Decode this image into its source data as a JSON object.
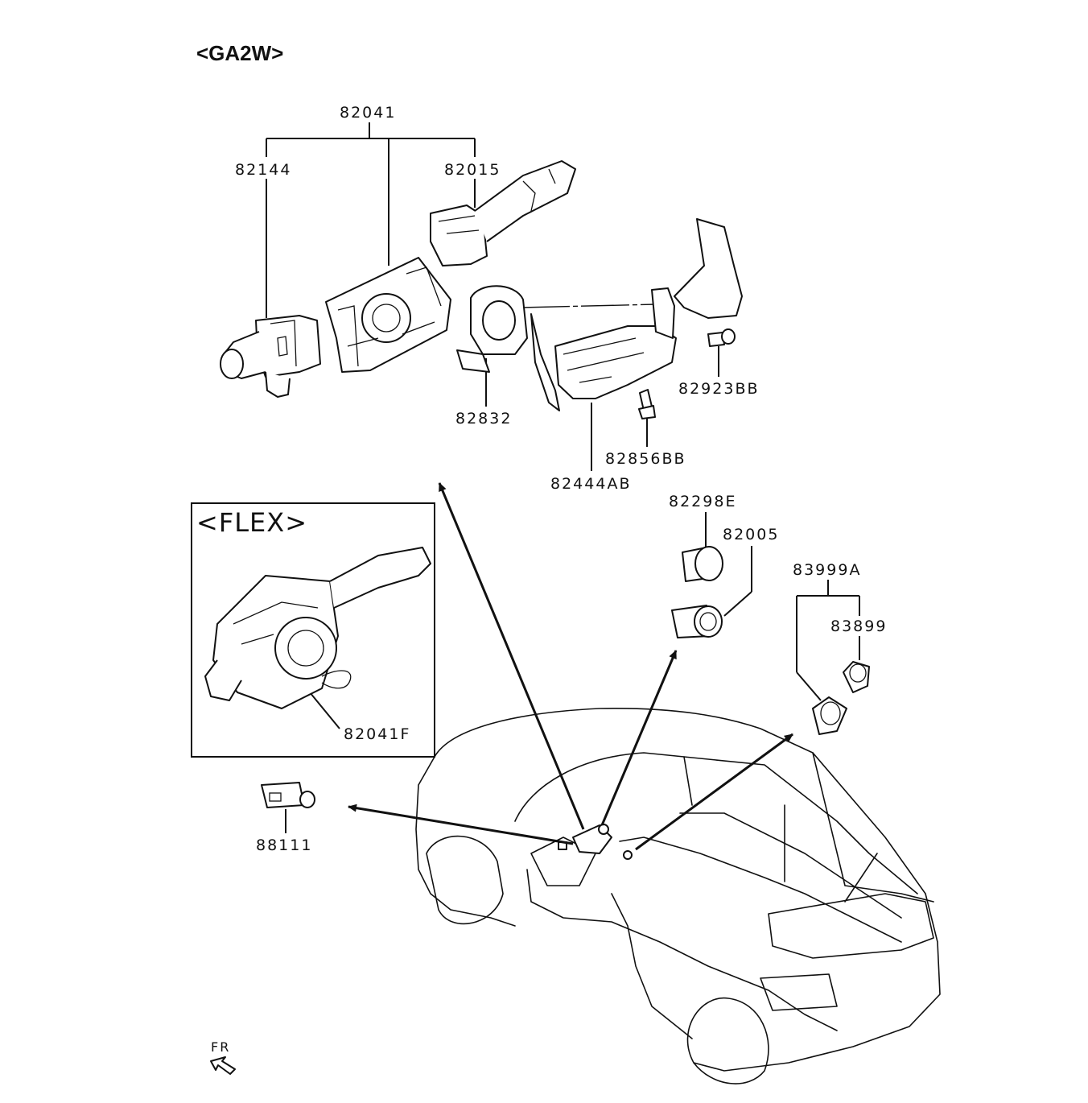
{
  "variant_label": "<GA2W>",
  "inset_label": "<FLEX>",
  "direction_label": "FR",
  "parts": {
    "p82041": "82041",
    "p82144": "82144",
    "p82015": "82015",
    "p82832": "82832",
    "p82923BB": "82923BB",
    "p82856BB": "82856BB",
    "p82444AB": "82444AB",
    "p82298E": "82298E",
    "p82005": "82005",
    "p83999A": "83999A",
    "p83899": "83899",
    "p82041F": "82041F",
    "p88111": "88111"
  }
}
